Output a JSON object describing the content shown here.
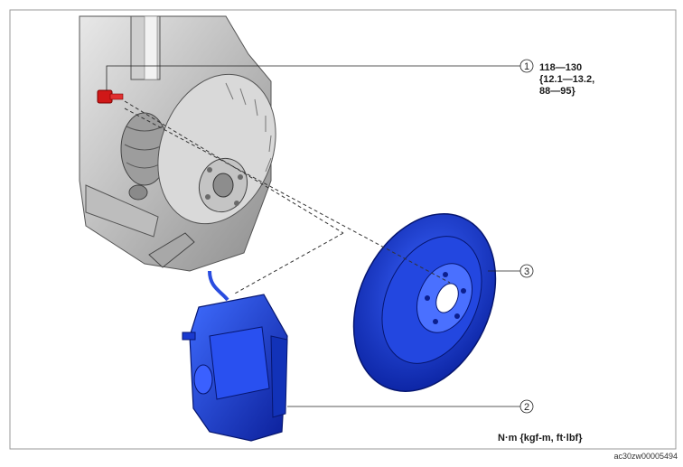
{
  "callouts": [
    {
      "number": "1",
      "part": "bolt"
    },
    {
      "number": "2",
      "part": "brake-caliper"
    },
    {
      "number": "3",
      "part": "brake-disc"
    }
  ],
  "torque_spec": [
    "118—130",
    "{12.1—13.2,",
    "88—95}"
  ],
  "unit_label": "N·m {kgf-m, ft·lbf}",
  "figure_id": "ac30zw00005494",
  "colors": {
    "part_blue": "#1c3fd0",
    "bolt_red": "#d01818",
    "knuckle_gray": "#b8b8b8",
    "frame": "#9a9a9a"
  }
}
